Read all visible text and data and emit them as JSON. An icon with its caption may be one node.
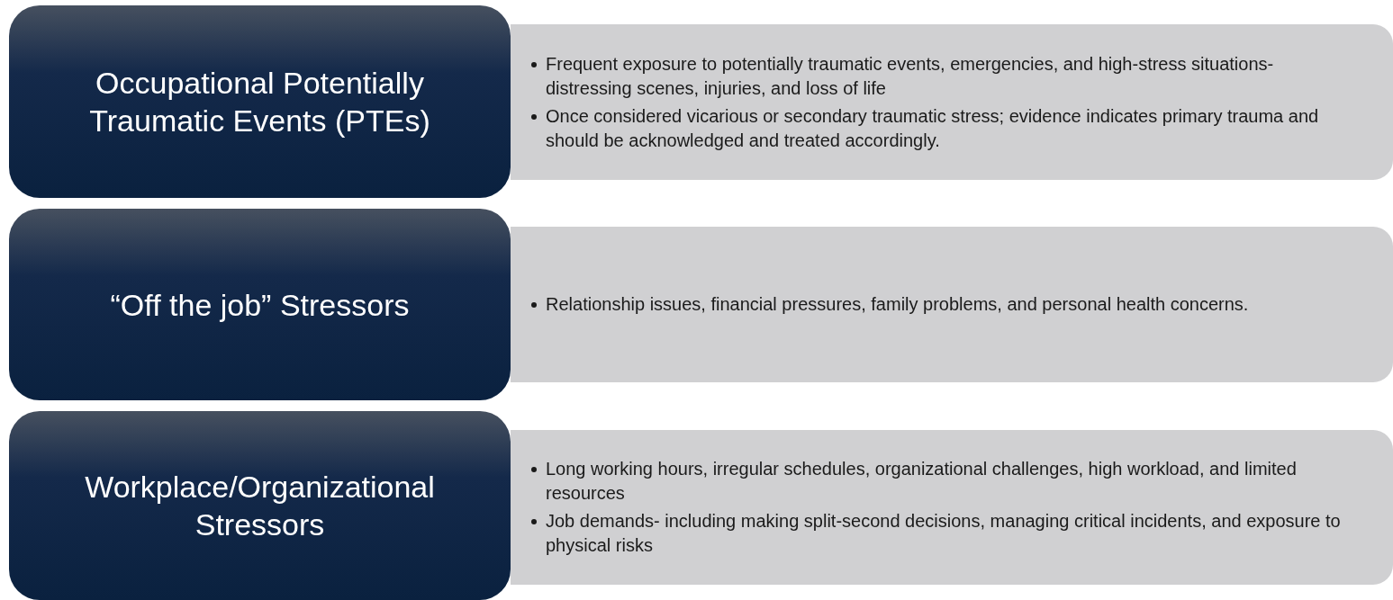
{
  "diagram": {
    "nodes": [
      {
        "text": [
          "Occupational Potentially Traumatic Events (PTEs)"
        ]
      },
      {
        "text": [
          "Frequent exposure to potentially traumatic events, emergencies, and high-stress situations- distressing scenes, injuries, and loss of life",
          "Once considered vicarious or secondary traumatic stress; evidence indicates primary trauma and should be acknowledged and treated accordingly."
        ]
      },
      {
        "text": [
          "“Off the job” Stressors"
        ]
      },
      {
        "text": [
          "Relationship issues, financial pressures, family problems, and personal health concerns."
        ]
      },
      {
        "text": [
          "Workplace/Organizational Stressors"
        ]
      },
      {
        "text": [
          "Long working hours, irregular schedules, organizational challenges, high workload, and limited resources",
          "Job demands- including making split-second decisions, managing critical incidents, and exposure to physical risks"
        ]
      }
    ],
    "edges": []
  }
}
